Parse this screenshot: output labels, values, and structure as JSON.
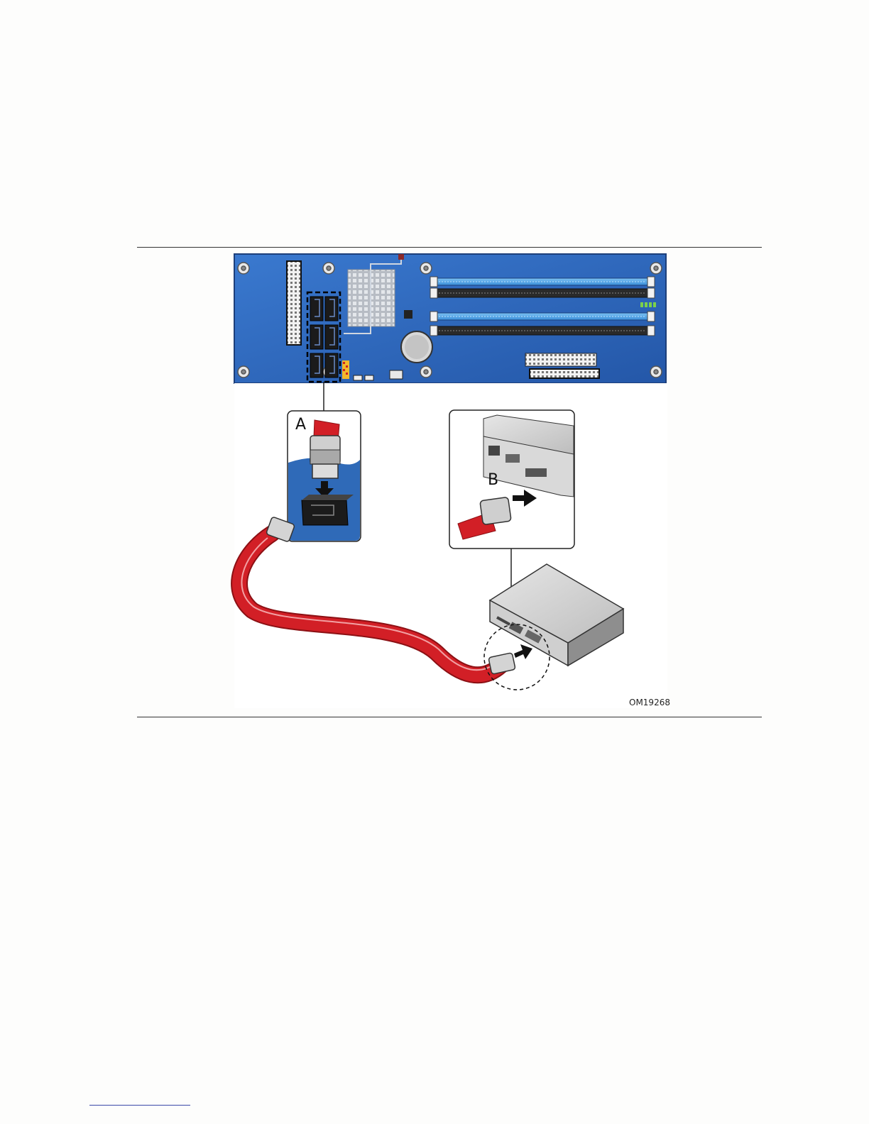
{
  "figure": {
    "callout_a": "A",
    "callout_b": "B",
    "figure_id": "OM19268"
  },
  "colors": {
    "board_blue": "#2e6bc2",
    "cable_red": "#d21f26",
    "dimm_blue": "#4fa3e6",
    "dimm_black": "#2a2a2a"
  }
}
